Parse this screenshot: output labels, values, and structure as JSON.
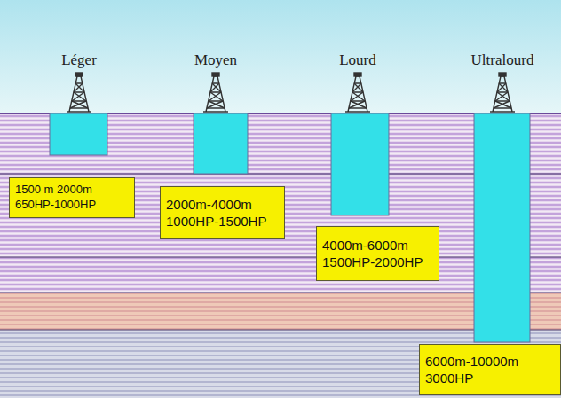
{
  "diagram": {
    "nodes": [
      {
        "text": [
          "1500 m 2000m",
          "650HP-1000HP"
        ]
      },
      {
        "text": [
          "2000m-4000m",
          "1000HP-1500HP"
        ]
      },
      {
        "text": [
          "4000m-6000m",
          "1500HP-2000HP"
        ]
      },
      {
        "text": [
          "6000m-10000m",
          "3000HP"
        ]
      }
    ],
    "labels": [
      "Léger",
      "Moyen",
      "Lourd",
      "Ultralourd"
    ]
  }
}
